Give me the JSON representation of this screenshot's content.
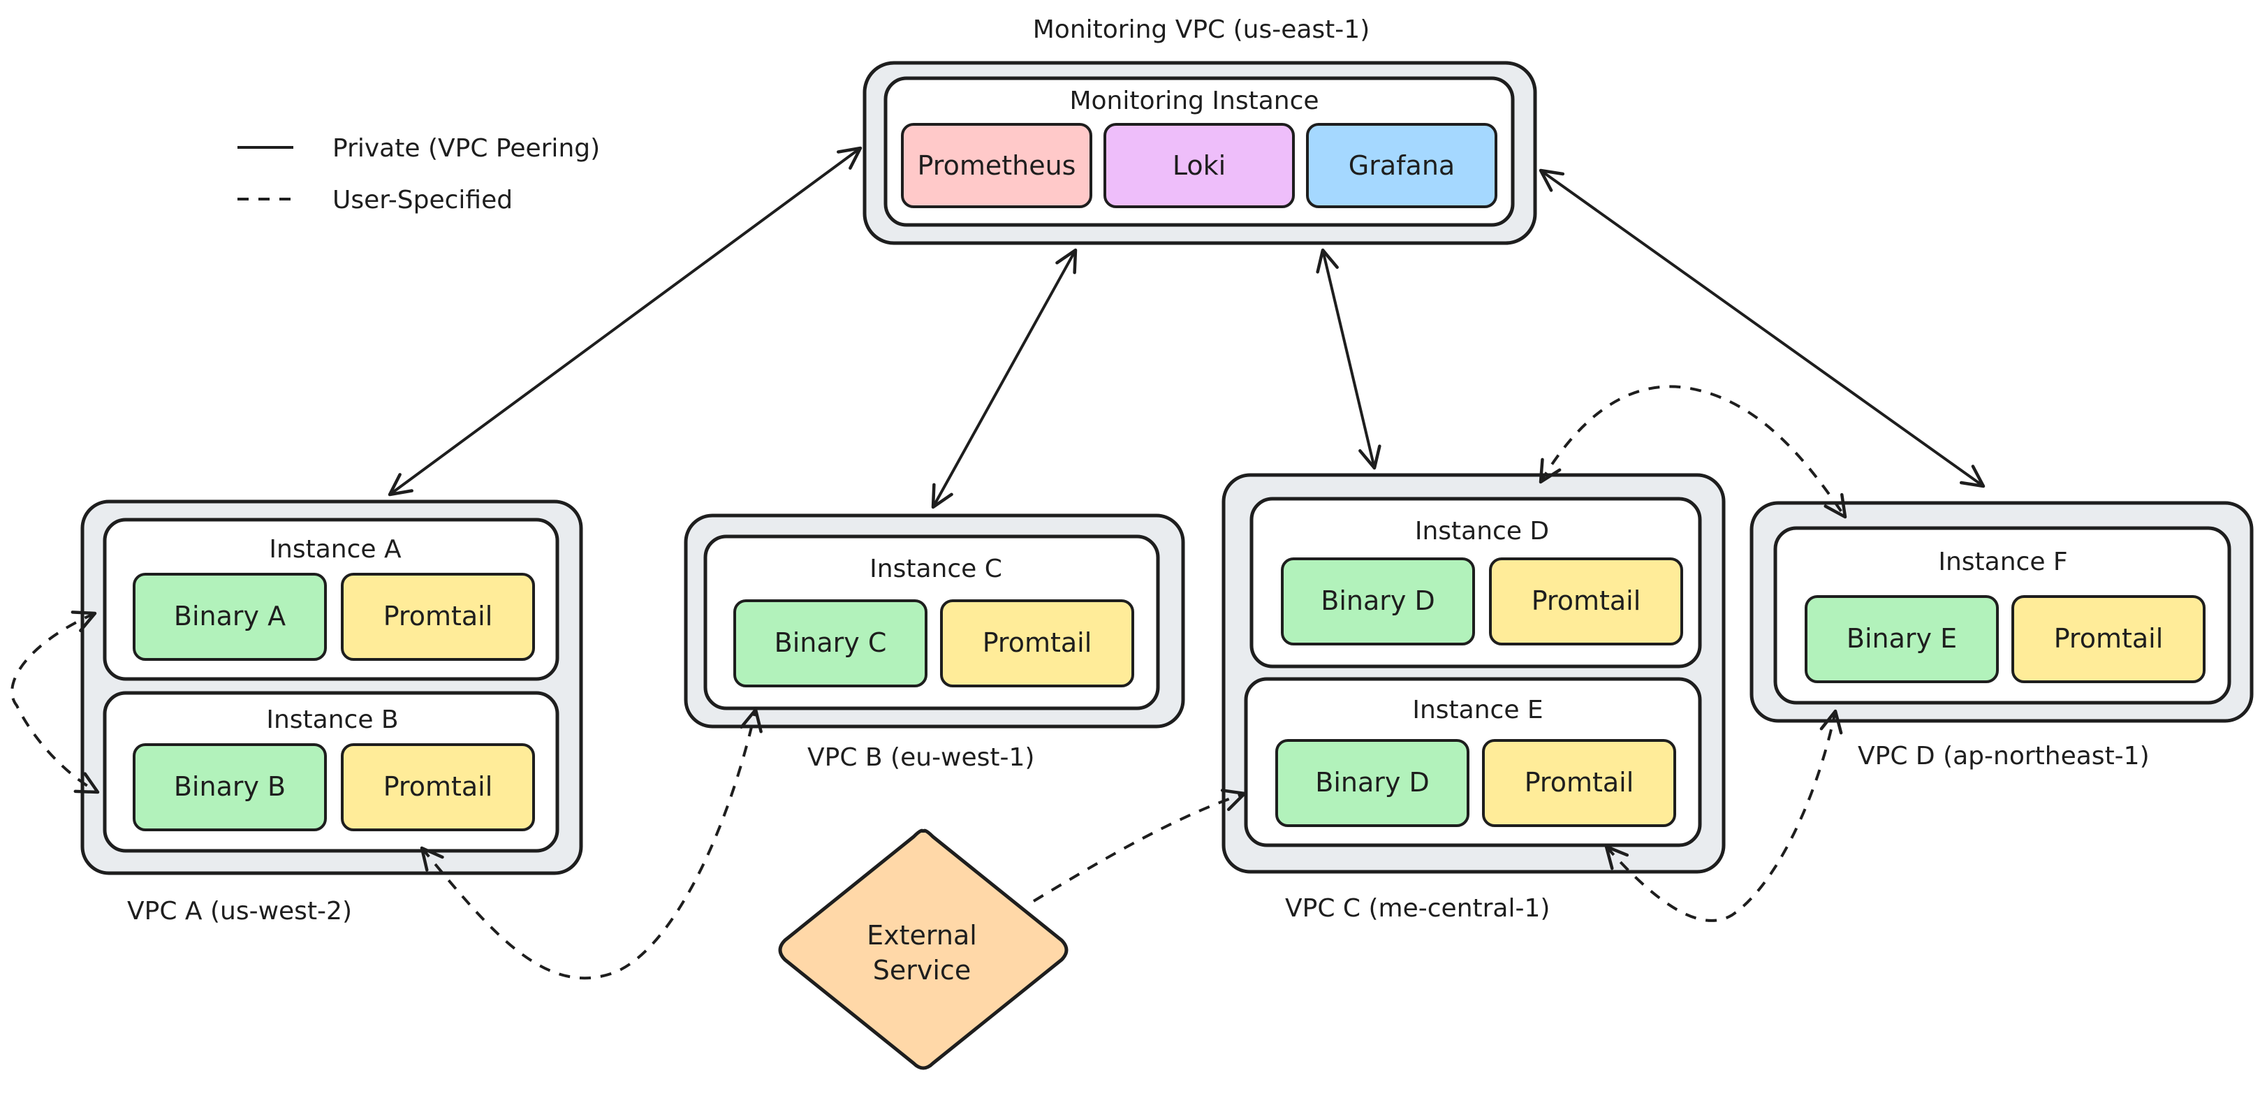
{
  "colors": {
    "prometheus": "#ffc9c9",
    "loki": "#eebefa",
    "grafana": "#a5d8ff",
    "binary": "#b2f2bb",
    "promtail": "#ffec99",
    "external": "#ffd8a8",
    "vpc_fill": "#e9ecef",
    "stroke": "#1e1e1e"
  },
  "legend": {
    "solid_label": "Private (VPC Peering)",
    "dashed_label": "User-Specified"
  },
  "monitoring": {
    "vpc_label": "Monitoring VPC (us-east-1)",
    "instance_label": "Monitoring Instance",
    "components": [
      "Prometheus",
      "Loki",
      "Grafana"
    ]
  },
  "vpc_a": {
    "label": "VPC A (us-west-2)",
    "instance_a": {
      "label": "Instance A",
      "binary": "Binary A",
      "promtail": "Promtail"
    },
    "instance_b": {
      "label": "Instance B",
      "binary": "Binary B",
      "promtail": "Promtail"
    }
  },
  "vpc_b": {
    "label": "VPC B (eu-west-1)",
    "instance_c": {
      "label": "Instance C",
      "binary": "Binary C",
      "promtail": "Promtail"
    }
  },
  "vpc_c": {
    "label": "VPC C (me-central-1)",
    "instance_d": {
      "label": "Instance D",
      "binary": "Binary D",
      "promtail": "Promtail"
    },
    "instance_e": {
      "label": "Instance E",
      "binary": "Binary D",
      "promtail": "Promtail"
    }
  },
  "vpc_d": {
    "label": "VPC D (ap-northeast-1)",
    "instance_f": {
      "label": "Instance F",
      "binary": "Binary E",
      "promtail": "Promtail"
    }
  },
  "external": {
    "line1": "External",
    "line2": "Service"
  }
}
